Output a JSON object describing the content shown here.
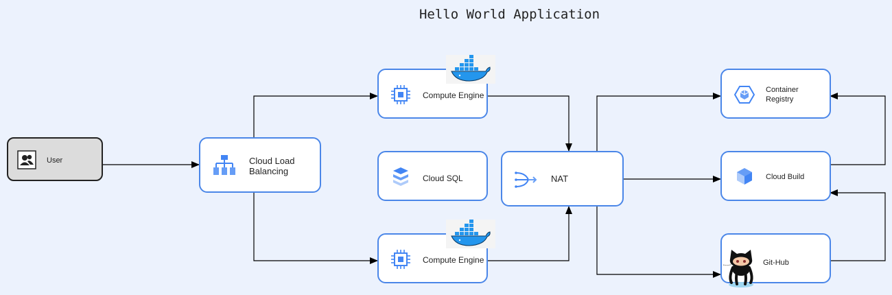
{
  "title": "Hello World Application",
  "nodes": {
    "user": "User",
    "load_balancer": "Cloud Load\nBalancing",
    "compute_top": "Compute Engine",
    "cloud_sql": "Cloud SQL",
    "compute_bottom": "Compute Engine",
    "nat": "NAT",
    "container_registry": "Container\nRegistry",
    "cloud_build": "Cloud Build",
    "github": "Git-Hub"
  },
  "icons": {
    "user": "users-icon",
    "load_balancer": "load-balancing-icon",
    "compute": "compute-engine-icon",
    "cloud_sql": "cloud-sql-icon",
    "nat": "nat-icon",
    "container_registry": "container-registry-icon",
    "cloud_build": "cloud-build-icon",
    "github": "github-octocat-icon",
    "docker": "docker-whale-icon"
  },
  "colors": {
    "background": "#ecf2fd",
    "node_border": "#4a86e8",
    "icon_blue": "#4285f4",
    "docker_blue": "#2496ed"
  }
}
